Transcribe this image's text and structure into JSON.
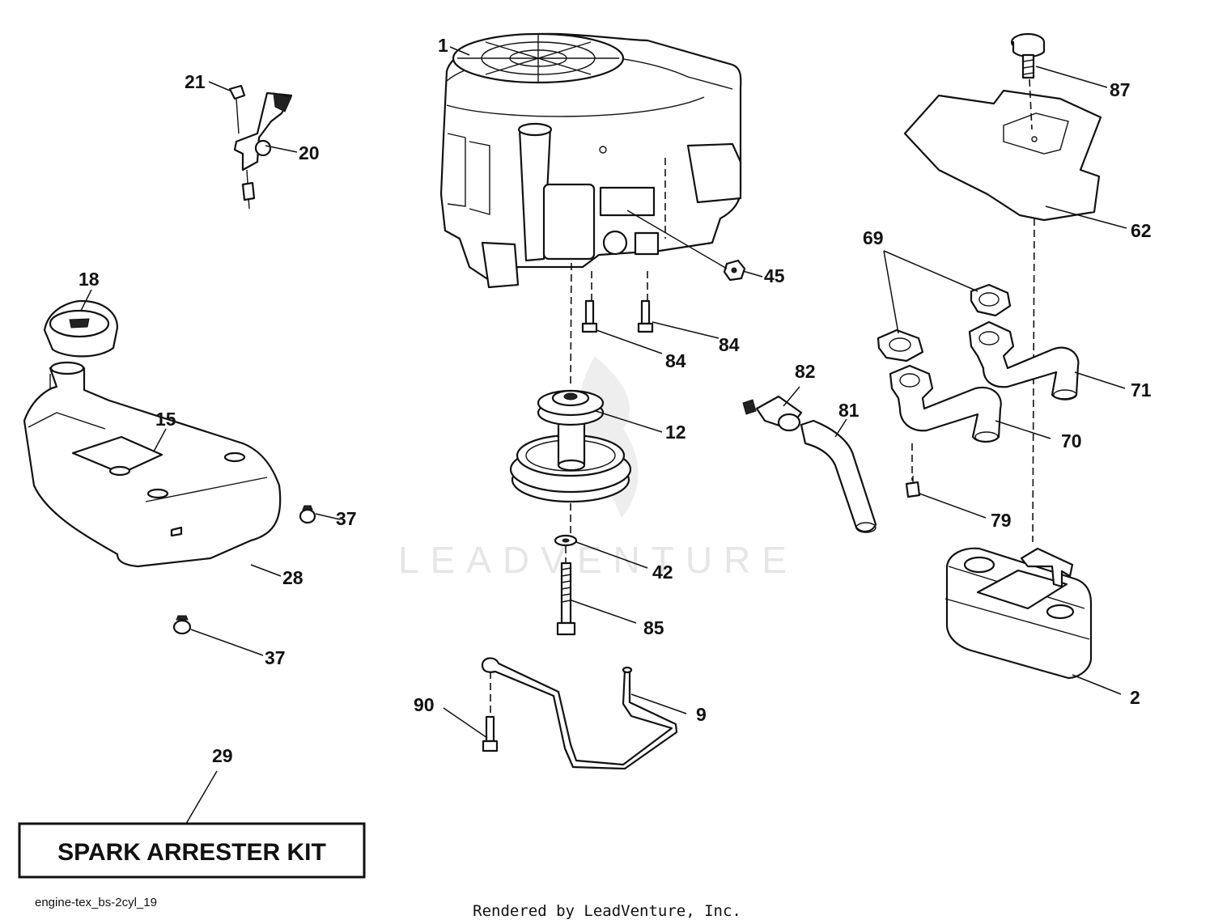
{
  "diagram": {
    "callouts": [
      {
        "id": "c1",
        "text": "1"
      },
      {
        "id": "c2",
        "text": "2"
      },
      {
        "id": "c9",
        "text": "9"
      },
      {
        "id": "c12",
        "text": "12"
      },
      {
        "id": "c15",
        "text": "15"
      },
      {
        "id": "c18",
        "text": "18"
      },
      {
        "id": "c20",
        "text": "20"
      },
      {
        "id": "c21",
        "text": "21"
      },
      {
        "id": "c28",
        "text": "28"
      },
      {
        "id": "c29",
        "text": "29"
      },
      {
        "id": "c37a",
        "text": "37"
      },
      {
        "id": "c37b",
        "text": "37"
      },
      {
        "id": "c42",
        "text": "42"
      },
      {
        "id": "c45",
        "text": "45"
      },
      {
        "id": "c62",
        "text": "62"
      },
      {
        "id": "c69",
        "text": "69"
      },
      {
        "id": "c70",
        "text": "70"
      },
      {
        "id": "c71",
        "text": "71"
      },
      {
        "id": "c79",
        "text": "79"
      },
      {
        "id": "c81",
        "text": "81"
      },
      {
        "id": "c82",
        "text": "82"
      },
      {
        "id": "c84a",
        "text": "84"
      },
      {
        "id": "c84b",
        "text": "84"
      },
      {
        "id": "c85",
        "text": "85"
      },
      {
        "id": "c87",
        "text": "87"
      },
      {
        "id": "c90",
        "text": "90"
      }
    ],
    "kit_label": "SPARK ARRESTER KIT",
    "drawing_id": "engine-tex_bs-2cyl_19",
    "rendered_by": "Rendered by LeadVenture, Inc.",
    "watermark": "LEADVENTURE"
  }
}
